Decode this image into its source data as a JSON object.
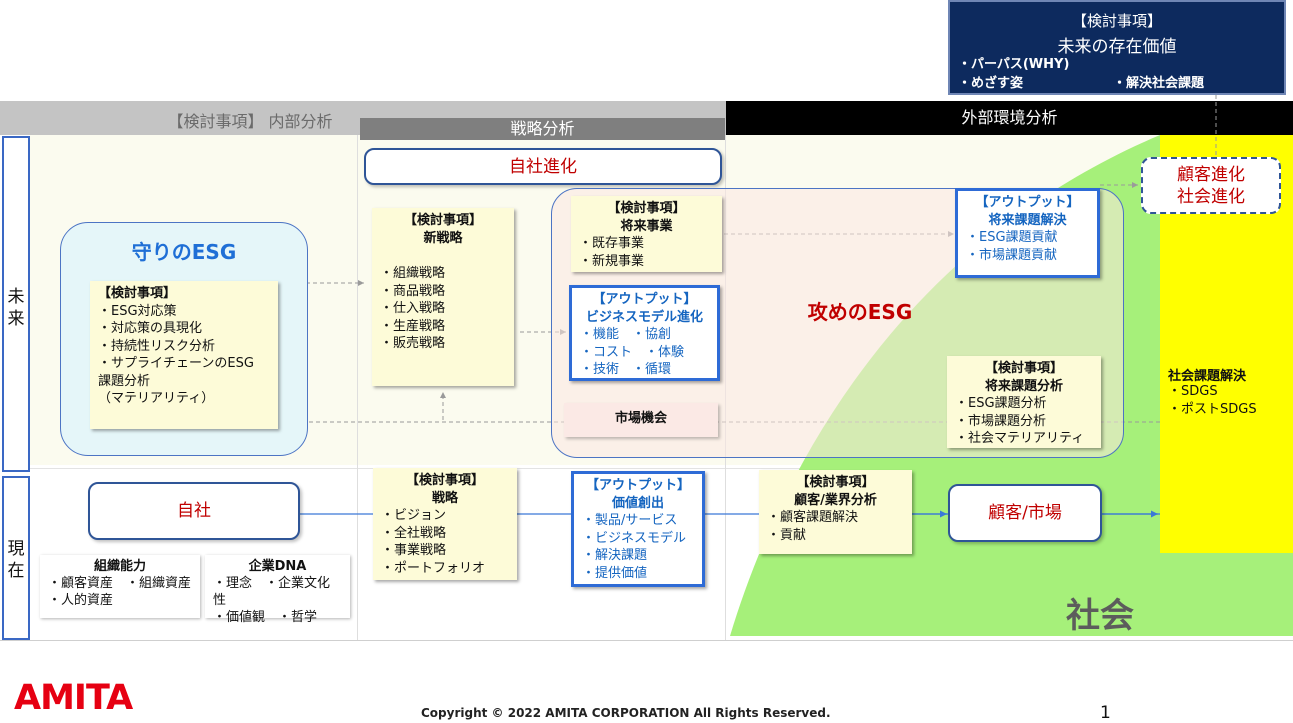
{
  "top_box": {
    "title": "【検討事項】",
    "subtitle": "未来の存在価値",
    "item1": "・パーパス(WHY)",
    "item2": "・めざす姿",
    "item3": "・解決社会課題"
  },
  "headers": {
    "internal": "【検討事項】 内部分析",
    "strategy": "戦略分析",
    "external": "外部環境分析"
  },
  "rows": {
    "future": "未\n来",
    "present": "現\n在"
  },
  "self_evolution": "自社進化",
  "customer_evolution": "顧客進化\n社会進化",
  "defensive_esg": {
    "title": "守りのESG",
    "note_header": "【検討事項】",
    "note_items": "・ESG対応策\n・対応策の具現化\n・持続性リスク分析\n・サプライチェーンのESG\n課題分析\n（マテリアリティ）"
  },
  "new_strategy": {
    "header": "【検討事項】\n新戦略",
    "items": "・組織戦略\n・商品戦略\n・仕入戦略\n・生産戦略\n・販売戦略"
  },
  "future_business": {
    "header": "【検討事項】\n将来事業",
    "items": "・既存事業\n・新規事業"
  },
  "biz_model_output": {
    "header": "【アウトプット】\nビジネスモデル進化",
    "items": "・機能　・協創\n・コスト　・体験\n・技術　・循環"
  },
  "offensive_esg": "攻めのESG",
  "market_opportunity": "市場機会",
  "future_issue_output": {
    "header": "【アウトプット】\n将来課題解決",
    "items": "・ESG課題貢献\n・市場課題貢献"
  },
  "future_issue_analysis": {
    "header": "【検討事項】\n将来課題分析",
    "items": "・ESG課題分析\n・市場課題分析\n・社会マテリアリティ"
  },
  "social_issues": {
    "title": "社会課題解決",
    "items": "・SDGS\n・ポストSDGS"
  },
  "own_company": "自社",
  "strategy_now": {
    "header": "【検討事項】\n戦略",
    "items": "・ビジョン\n・全社戦略\n・事業戦略\n・ポートフォリオ"
  },
  "value_creation": {
    "header": "【アウトプット】\n価値創出",
    "items": "・製品/サービス\n・ビジネスモデル\n・解決課題\n・提供価値"
  },
  "customer_analysis": {
    "header": "【検討事項】\n顧客/業界分析",
    "items": "・顧客課題解決\n・貢献"
  },
  "customer_market": "顧客/市場",
  "org_capability": {
    "title": "組織能力",
    "items": "・顧客資産　・組織資産\n・人的資産"
  },
  "corporate_dna": {
    "title": "企業DNA",
    "items": "・理念　・企業文化性\n・価値観　・哲学"
  },
  "society": "社会",
  "footer": {
    "logo": "AMITA",
    "copyright": "Copyright © 2022 AMITA CORPORATION  All Rights Reserved.",
    "page": "1"
  },
  "colors": {
    "navy": "#0d2a5e",
    "society_green": "#a6f07a",
    "yellow": "#ffff00",
    "accent_red": "#c00000",
    "output_blue": "#2e6bd6"
  }
}
